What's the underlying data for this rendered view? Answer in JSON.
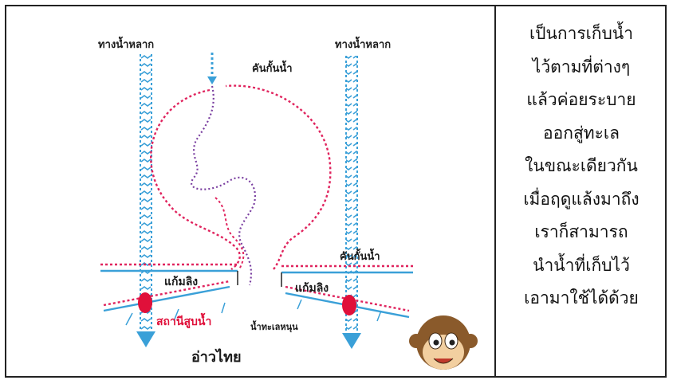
{
  "diagram": {
    "labels": {
      "spillway_left": "ทางน้ำหลาก",
      "spillway_right": "ทางน้ำหลาก",
      "dike_top": "คันกั้นน้ำ",
      "dike_right": "คันกั้นน้ำ",
      "cheek_left": "แก้มลิง",
      "cheek_right": "แก้มลิง",
      "pump_station": "สถานีสูบน้ำ",
      "tidal_water": "น้ำทะเลหนุน",
      "gulf": "อ่าวไทย"
    },
    "colors": {
      "water_blue": "#3aa0d8",
      "dike_red": "#e0245e",
      "pump_red": "#e0103a",
      "purple_stream": "#7a3fa0"
    },
    "mascot": "monkey-mascot"
  },
  "side_text": {
    "lines": [
      "เป็นการเก็บน้ำ",
      "ไว้ตามที่ต่างๆ",
      "แล้วค่อยระบาย",
      "ออกสู่ทะเล",
      "ในขณะเดียวกัน",
      "เมื่อฤดูแล้งมาถึง",
      "เราก็สามารถ",
      "นำน้ำที่เก็บไว้",
      "เอามาใช้ได้ด้วย"
    ]
  }
}
